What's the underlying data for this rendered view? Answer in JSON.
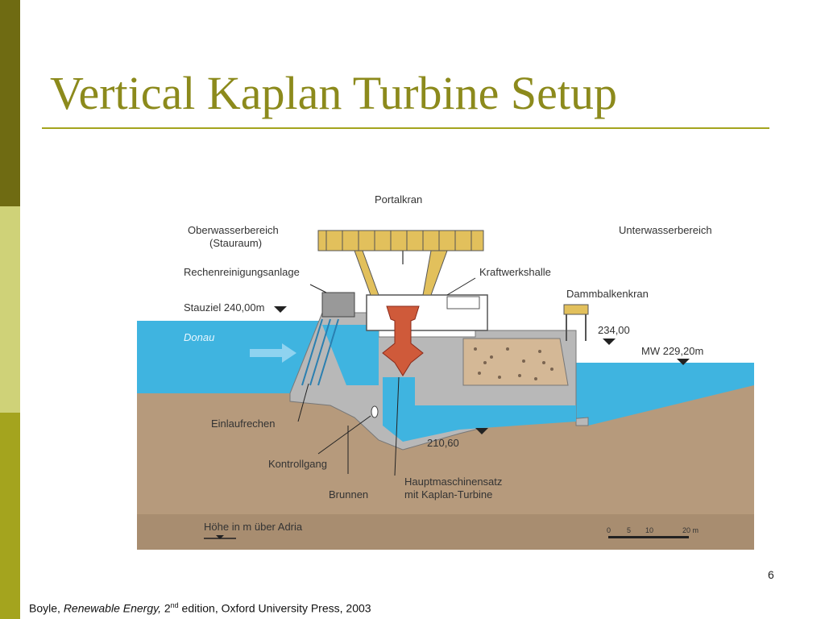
{
  "slide": {
    "title": "Vertical Kaplan Turbine Setup",
    "page_number": "6"
  },
  "diagram": {
    "labels": {
      "portalkran": "Portalkran",
      "oberwasser_1": "Oberwasserbereich",
      "oberwasser_2": "(Stauraum)",
      "unterwasser": "Unterwasserbereich",
      "rechen": "Rechenreinigungsanlage",
      "kraftwerkshalle": "Kraftwerkshalle",
      "dammbalkenkran": "Dammbalkenkran",
      "stauziel": "Stauziel 240,00m",
      "level_234": "234,00",
      "mw": "MW 229,20m",
      "donau": "Donau",
      "einlaufrechen": "Einlaufrechen",
      "level_210": "210,60",
      "kontrollgang": "Kontrollgang",
      "brunnen": "Brunnen",
      "hauptmaschinensatz_1": "Hauptmaschinensatz",
      "hauptmaschinensatz_2": "mit Kaplan-Turbine",
      "hoehe": "Höhe in m über Adria"
    },
    "scale": {
      "ticks": [
        "0",
        "5",
        "10",
        "20 m"
      ]
    },
    "colors": {
      "water": "#3fb4e0",
      "earth": "#b69a7c",
      "concrete": "#b8b8b8",
      "turbine": "#cf5a3a",
      "crane": "#e2c05c"
    }
  },
  "footer": {
    "author": "Boyle, ",
    "book": "Renewable Energy,",
    "edition_num": " 2",
    "edition_sup": "nd",
    "rest": " edition, Oxford University Press, 2003"
  }
}
